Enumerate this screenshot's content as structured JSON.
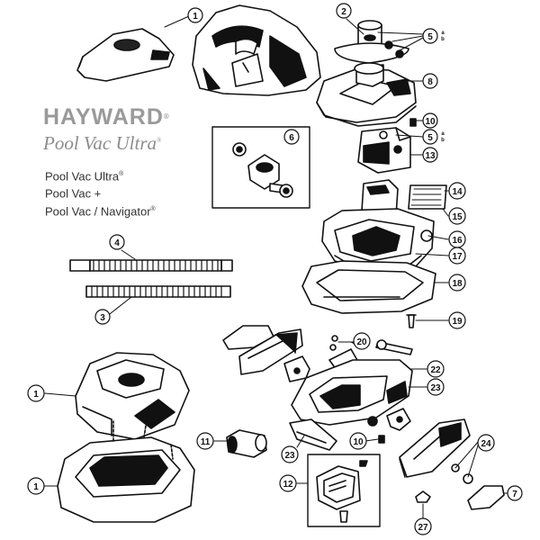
{
  "brand": {
    "name": "HAYWARD",
    "registered": "®",
    "product": "Pool Vac Ultra",
    "product_mark": "®"
  },
  "models": [
    {
      "label": "Pool Vac Ultra",
      "mark": "®"
    },
    {
      "label": "Pool Vac +",
      "mark": ""
    },
    {
      "label": "Pool Vac / Navigator",
      "mark": "®"
    }
  ],
  "callouts": [
    {
      "id": "c1a",
      "label": "1"
    },
    {
      "id": "c2",
      "label": "2"
    },
    {
      "id": "c5a",
      "label": "5",
      "sub_a": "a",
      "sub_b": "b"
    },
    {
      "id": "c8",
      "label": "8"
    },
    {
      "id": "c10a",
      "label": "10"
    },
    {
      "id": "c5b",
      "label": "5",
      "sub_a": "a",
      "sub_b": "b"
    },
    {
      "id": "c6",
      "label": "6"
    },
    {
      "id": "c13",
      "label": "13"
    },
    {
      "id": "c14",
      "label": "14"
    },
    {
      "id": "c15",
      "label": "15"
    },
    {
      "id": "c16",
      "label": "16"
    },
    {
      "id": "c17",
      "label": "17"
    },
    {
      "id": "c18",
      "label": "18"
    },
    {
      "id": "c19",
      "label": "19"
    },
    {
      "id": "c4",
      "label": "4"
    },
    {
      "id": "c3",
      "label": "3"
    },
    {
      "id": "c20",
      "label": "20"
    },
    {
      "id": "c22",
      "label": "22"
    },
    {
      "id": "c23a",
      "label": "23"
    },
    {
      "id": "c1b",
      "label": "1"
    },
    {
      "id": "c1c",
      "label": "1"
    },
    {
      "id": "c11",
      "label": "11"
    },
    {
      "id": "c23b",
      "label": "23"
    },
    {
      "id": "c10b",
      "label": "10"
    },
    {
      "id": "c12",
      "label": "12"
    },
    {
      "id": "c24",
      "label": "24"
    },
    {
      "id": "c7",
      "label": "7"
    },
    {
      "id": "c27",
      "label": "27"
    }
  ]
}
